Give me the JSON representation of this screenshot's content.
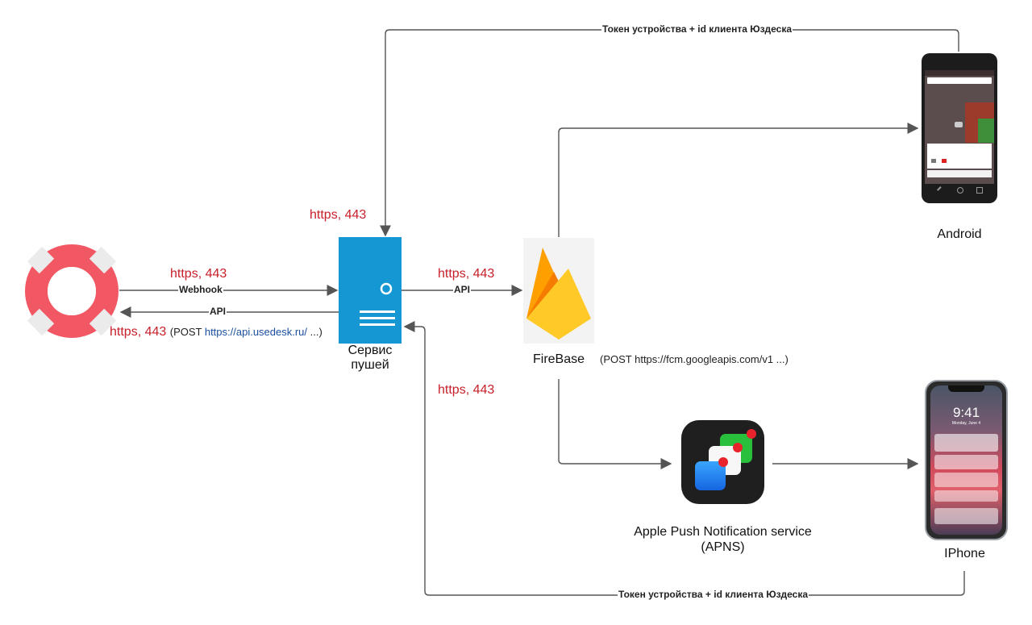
{
  "labels": {
    "token_top": "Токен устройства + id клиента Юздеска",
    "token_bottom": "Токен устройства + id клиента Юздеска",
    "webhook": "Webhook",
    "api_left": "API",
    "api_mid": "API",
    "https_server_top": "https, 443",
    "https_webhook": "https, 443",
    "https_api_left": "https, 443",
    "https_api_mid": "https, 443",
    "https_return": "https, 443",
    "post_prefix": "(POST ",
    "post_url": "https://api.usedesk.ru/",
    "post_suffix": " ...)",
    "fcm_note": "(POST https://fcm.googleapis.com/v1 ...)"
  },
  "nodes": {
    "server": "Сервис\nпушей",
    "firebase": "FireBase",
    "android": "Android",
    "apns_line1": "Apple Push Notification service",
    "apns_line2": "(APNS)",
    "iphone": "IPhone"
  },
  "iphone_screen": {
    "time": "9:41",
    "date": "Monday, June 4"
  },
  "colors": {
    "link_red": "#c8202a",
    "link_blue": "#1a4fa0",
    "server_blue": "#1597d4",
    "lifebuoy_red": "#f25863",
    "firebase_yellow": "#ffca28",
    "firebase_orange": "#f57c00",
    "wire": "#555555"
  },
  "icons": {
    "helpdesk": "lifebuoy-icon",
    "server": "server-icon",
    "firebase": "firebase-flame-icon",
    "apns": "apns-icon",
    "android": "android-phone-icon",
    "iphone": "iphone-icon"
  }
}
